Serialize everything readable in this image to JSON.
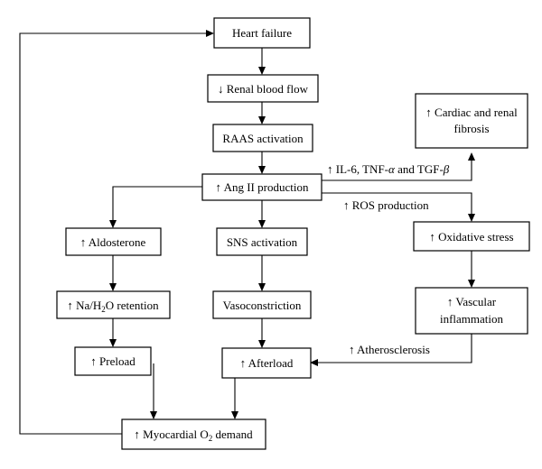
{
  "diagram": {
    "nodes": {
      "heart_failure": "Heart failure",
      "renal_blood_flow": "↓ Renal blood flow",
      "raas_activation": "RAAS activation",
      "ang_ii_production": "↑ Ang II production",
      "cardiac_renal_fibrosis_line1": "↑ Cardiac and renal",
      "cardiac_renal_fibrosis_line2": "fibrosis",
      "aldosterone": "↑ Aldosterone",
      "sns_activation": "SNS activation",
      "oxidative_stress": "↑ Oxidative stress",
      "na_h2o_prefix": "↑ Na/H",
      "na_h2o_sub": "2",
      "na_h2o_suffix": "O retention",
      "vasoconstriction": "Vasoconstriction",
      "vascular_inflammation_line1": "↑ Vascular",
      "vascular_inflammation_line2": "inflammation",
      "preload": "↑ Preload",
      "afterload": "↑ Afterload",
      "myocardial_prefix": "↑ Myocardial O",
      "myocardial_sub": "2",
      "myocardial_suffix": " demand"
    },
    "edge_labels": {
      "cytokines_prefix": "↑ IL-6, TNF-",
      "cytokines_alpha": "α",
      "cytokines_middle": " and TGF-",
      "cytokines_beta": "β",
      "ros_production": "↑ ROS production",
      "atherosclerosis": "↑ Atherosclerosis"
    }
  }
}
